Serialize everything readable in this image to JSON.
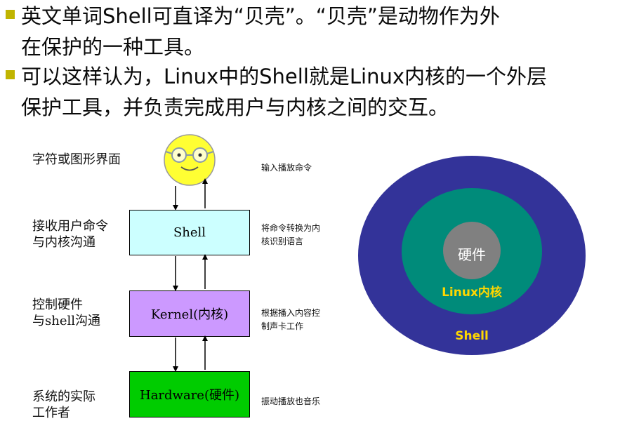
{
  "intro": {
    "bullets": [
      {
        "line1": "英文单词Shell可直译为“贝壳”。“贝壳”是动物作为外",
        "line2": "在保护的一种工具。"
      },
      {
        "line1": "可以这样认为，Linux中的Shell就是Linux内核的一个外层",
        "line2": "保护工具，并负责完成用户与内核之间的交互。"
      }
    ]
  },
  "flow": {
    "left_labels": {
      "user": [
        "字符或图形界面"
      ],
      "shell": [
        "接收用户命令",
        "与内核沟通"
      ],
      "kernel": [
        "控制硬件",
        "与shell沟通"
      ],
      "hardware": [
        "系统的实际",
        "工作者"
      ]
    },
    "boxes": {
      "shell": "Shell",
      "kernel": "Kernel(内核)",
      "hardware": "Hardware(硬件)"
    },
    "notes": {
      "user": [
        "输入播放命令"
      ],
      "shell": [
        "将命令转换为内",
        "核识别语言"
      ],
      "kernel": [
        "根据播入内容控",
        "制声卡工作"
      ],
      "hardware": [
        "振动播放也音乐"
      ]
    }
  },
  "rings": {
    "inner": "硬件",
    "middle": "Linux内核",
    "outer": "Shell"
  },
  "colors": {
    "bullet_square": "#c0b400",
    "shell_box": "#ccffff",
    "kernel_box": "#cc99ff",
    "hardware_box": "#00cc00",
    "smiley_face": "#ffff33",
    "ring_outer": "#333399",
    "ring_middle": "#008b7a",
    "ring_inner": "#808080",
    "ring_label_yellow": "#ffd700",
    "ring_label_white": "#ffffff"
  }
}
